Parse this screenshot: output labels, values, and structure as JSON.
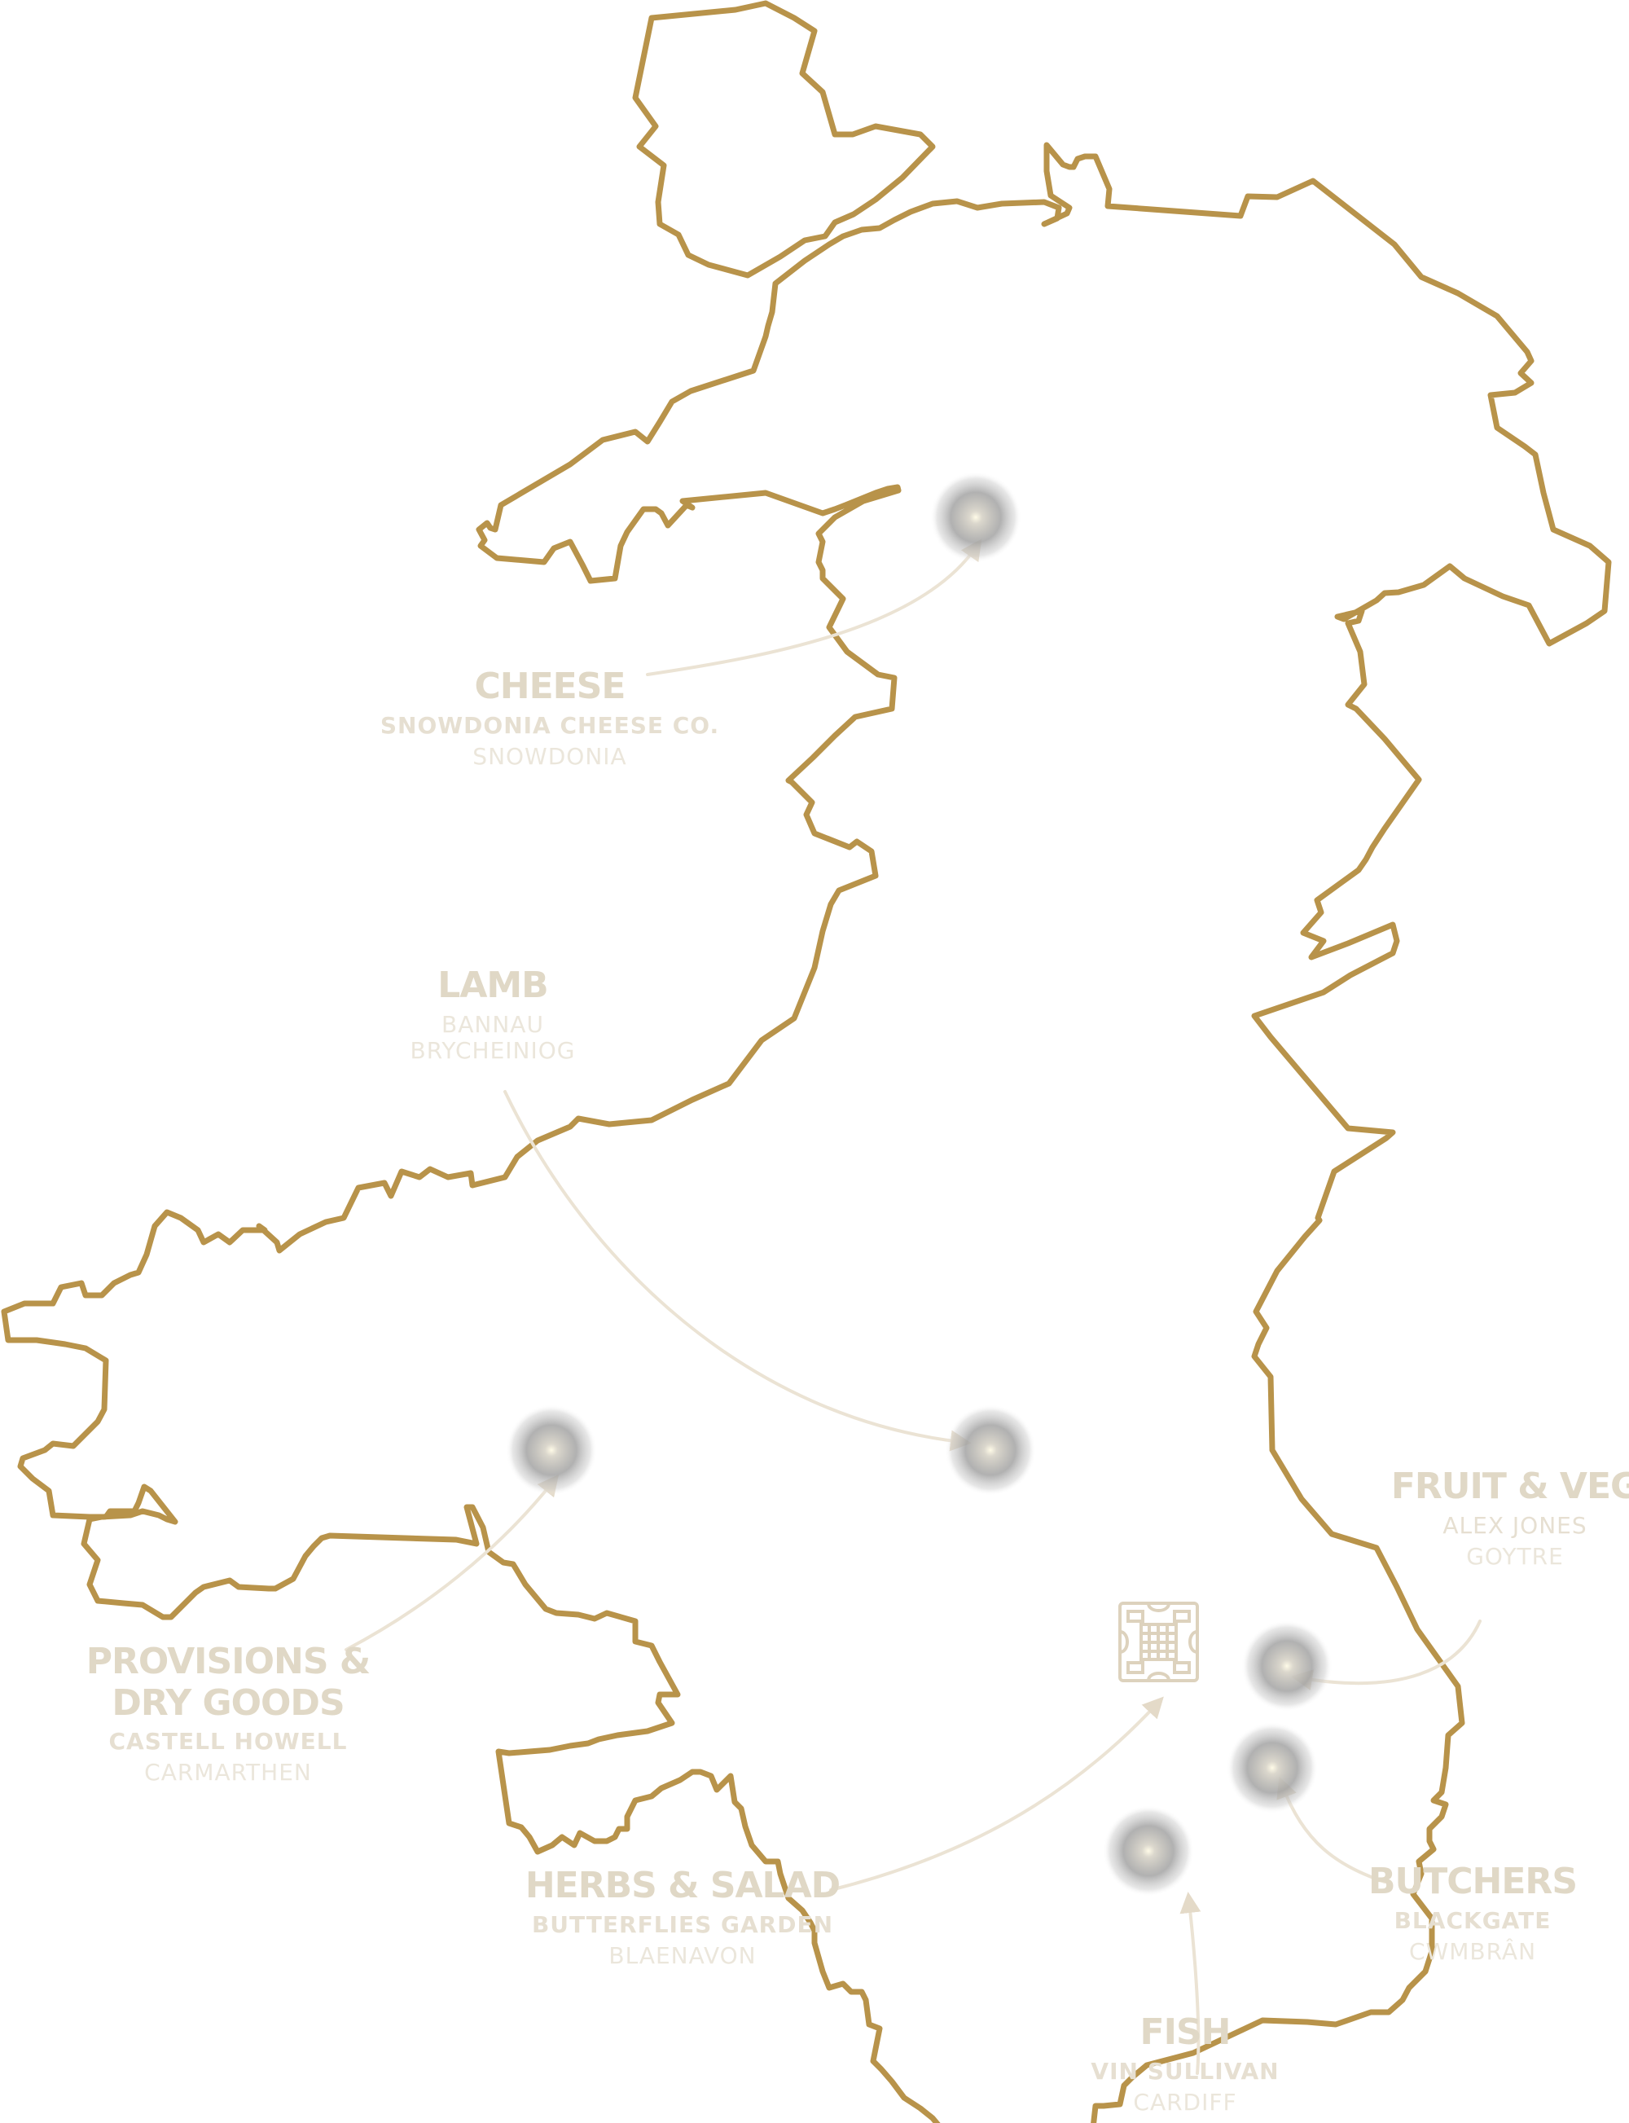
{
  "colors": {
    "outline": "#b8934a",
    "arrow": "#e9e0d0",
    "label": "#e0d8c6",
    "marker_core": "#fff8e0",
    "marker_shadow": "#8f8f8f"
  },
  "icons": {
    "logo": "celtic-knot-logo-icon"
  },
  "labels": [
    {
      "id": "cheese",
      "category": "CHEESE",
      "supplier": "SNOWDONIA CHEESE CO.",
      "location": "SNOWDONIA"
    },
    {
      "id": "lamb",
      "category": "LAMB",
      "supplier": "",
      "location": "BANNAU BRYCHEINIOG"
    },
    {
      "id": "fruit",
      "category": "FRUIT & VEG",
      "supplier": "ALEX JONES",
      "location": "GOYTRE"
    },
    {
      "id": "provisions",
      "category": "PROVISIONS & DRY GOODS",
      "supplier": "CASTELL HOWELL",
      "location": "CARMARTHEN"
    },
    {
      "id": "herbs",
      "category": "HERBS & SALAD",
      "supplier": "BUTTERFLIES GARDEN",
      "location": "BLAENAVON"
    },
    {
      "id": "butchers",
      "category": "BUTCHERS",
      "supplier": "BLACKGATE",
      "location": "CWMBRÂN"
    },
    {
      "id": "fish",
      "category": "FISH",
      "supplier": "VIN SULLIVAN",
      "location": "CARDIFF"
    }
  ]
}
